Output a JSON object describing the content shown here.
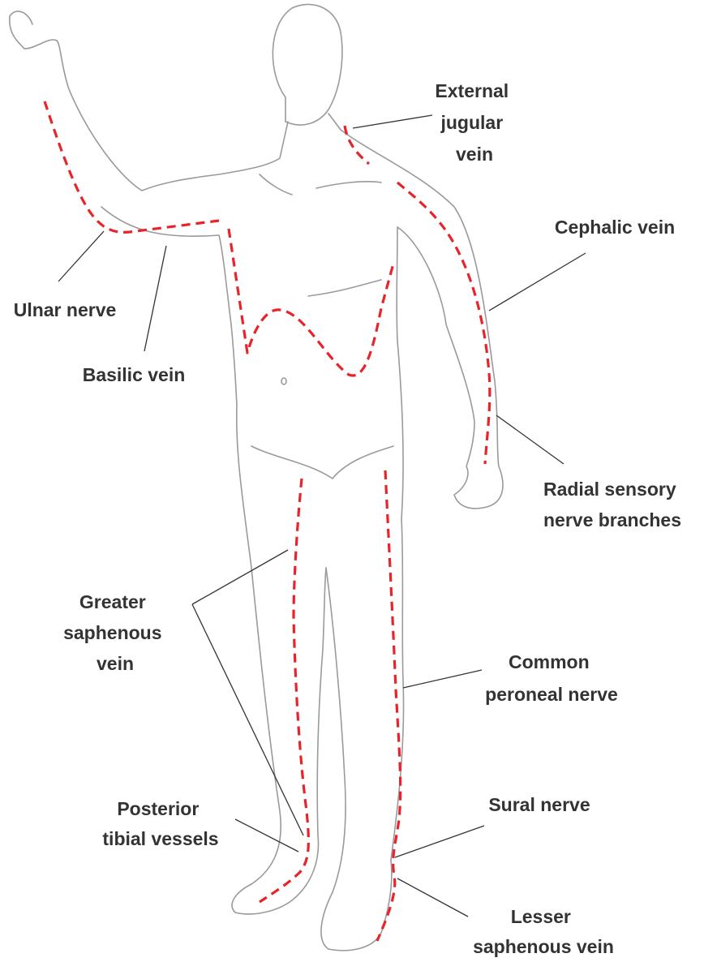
{
  "labels": {
    "external_jugular_vein": [
      "External",
      "jugular",
      "vein"
    ],
    "cephalic_vein": [
      "Cephalic vein"
    ],
    "ulnar_nerve": [
      "Ulnar nerve"
    ],
    "basilic_vein": [
      "Basilic vein"
    ],
    "radial_sensory_nerve_branches": [
      "Radial sensory",
      "nerve branches"
    ],
    "greater_saphenous_vein": [
      "Greater",
      "saphenous",
      "vein"
    ],
    "common_peroneal_nerve": [
      "Common",
      "peroneal nerve"
    ],
    "posterior_tibial_vessels": [
      "Posterior",
      "tibial vessels"
    ],
    "sural_nerve": [
      "Sural nerve"
    ],
    "lesser_saphenous_vein": [
      "Lesser",
      "saphenous vein"
    ]
  },
  "colors": {
    "pathway": "#e8242a",
    "outline": "#9a9a9a",
    "text": "#333333"
  }
}
